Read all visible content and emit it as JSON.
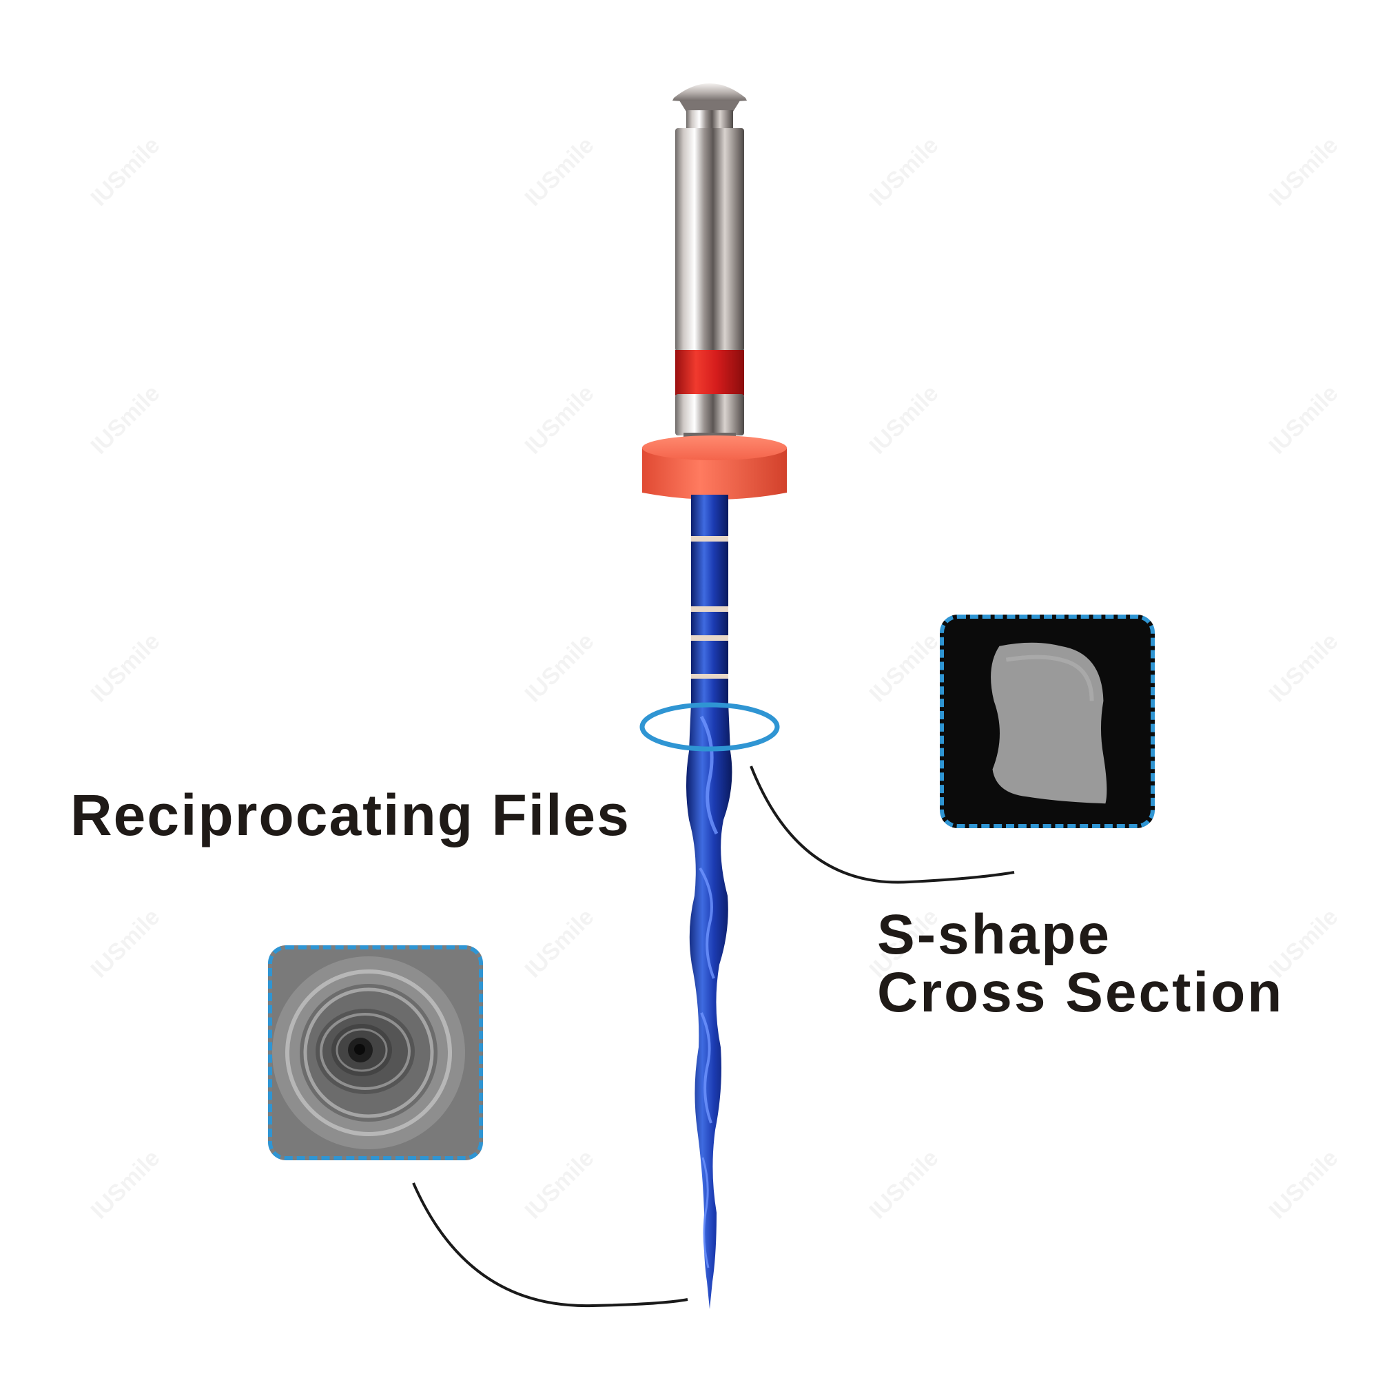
{
  "title": "Reciprocating Files",
  "callout": {
    "line1": "S-shape",
    "line2": "Cross Section"
  },
  "watermark": "IUSmile",
  "colors": {
    "text": "#1f1a17",
    "frame": "#2f95d3",
    "file_blue": "#1f3fb0",
    "stopper": "#f4644b",
    "band": "#d71f1f"
  }
}
